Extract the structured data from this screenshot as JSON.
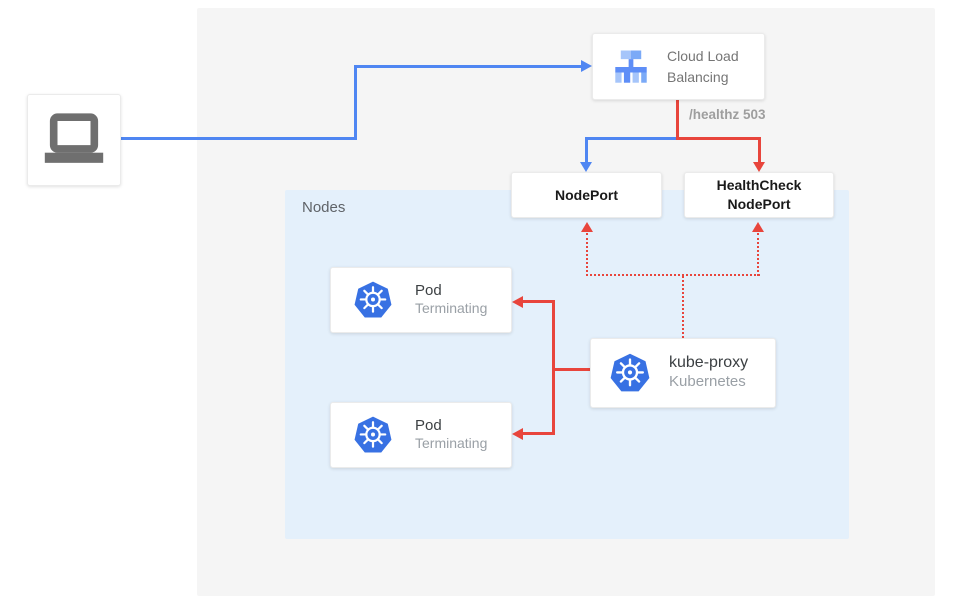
{
  "colors": {
    "background_panel": "#f5f5f5",
    "nodes_area": "#e4f0fb",
    "traffic_blue": "#4f86f2",
    "healthcheck_red": "#e8453c",
    "kubernetes_blue": "#3871e3",
    "icon_gray": "#6f6f6f"
  },
  "client": {
    "icon": "laptop-icon"
  },
  "cloud_load_balancing": {
    "title": "Cloud Load Balancing",
    "icon": "cloud-load-balancing-icon"
  },
  "healthz_label": "/healthz 503",
  "nodeport": {
    "label": "NodePort"
  },
  "healthcheck_nodeport": {
    "label": "HealthCheck NodePort"
  },
  "nodes_area": {
    "label": "Nodes"
  },
  "pods": [
    {
      "title": "Pod",
      "status": "Terminating",
      "icon": "kubernetes-icon"
    },
    {
      "title": "Pod",
      "status": "Terminating",
      "icon": "kubernetes-icon"
    }
  ],
  "kube_proxy": {
    "title": "kube-proxy",
    "subtitle": "Kubernetes",
    "icon": "kubernetes-icon"
  }
}
